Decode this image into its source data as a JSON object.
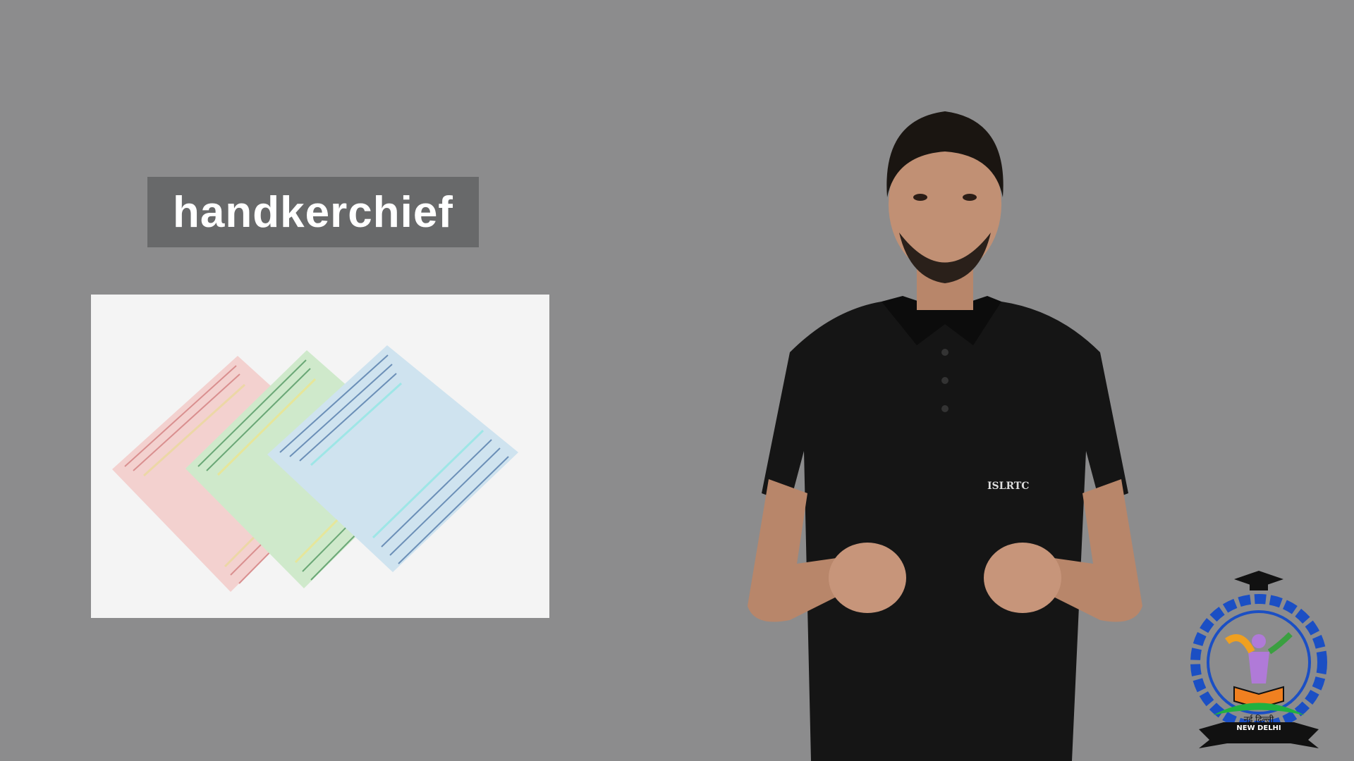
{
  "word": {
    "text": "handkerchief"
  },
  "photo": {
    "subject": "three folded striped handkerchiefs",
    "colors": [
      "#f4cfcd",
      "#cfe8cc",
      "#cfe3ef"
    ]
  },
  "signer": {
    "shirt_text": "ISLRTC"
  },
  "logo": {
    "caption_hindi": "नई दिल्ली",
    "caption_english": "NEW DELHI"
  },
  "colors": {
    "background": "#8c8c8d",
    "card": "#68696a"
  }
}
